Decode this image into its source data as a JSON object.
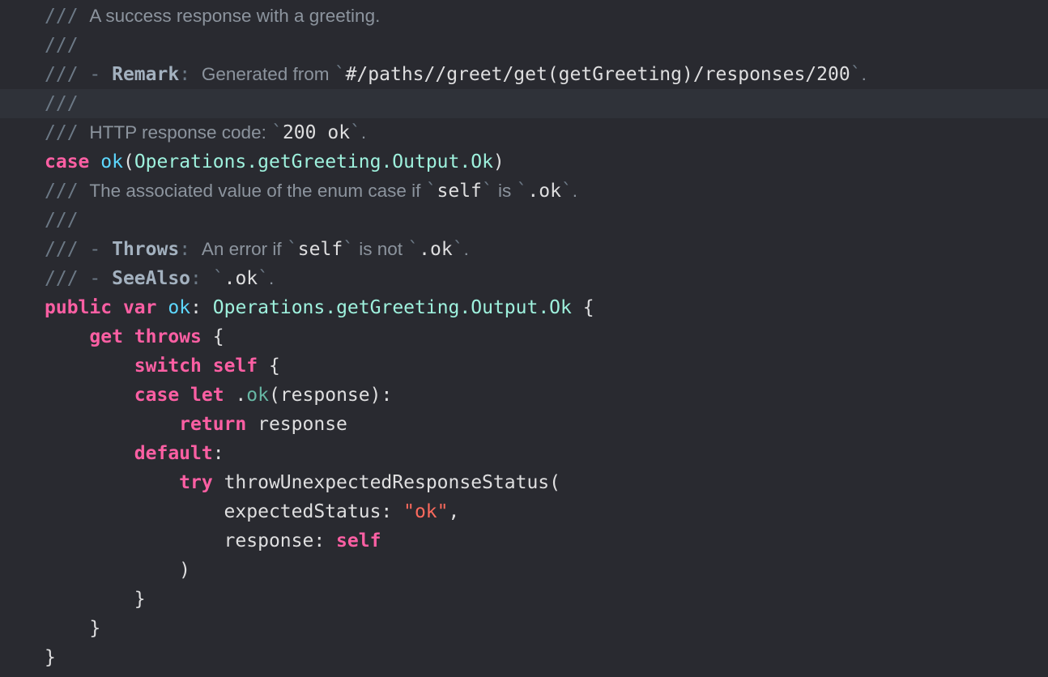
{
  "editor": {
    "background": "#292a30",
    "current_line_background": "#2f3239",
    "colors": {
      "comment": "#6c7986",
      "comment_text": "#8c949e",
      "keyword": "#fc5fa3",
      "type": "#9ef1dd",
      "function": "#67b7a4",
      "property": "#5dd8ff",
      "string": "#fc6a5d",
      "plain": "#dfdfe0"
    },
    "current_line_index": 3,
    "lines": [
      {
        "tokens": [
          {
            "t": "cm",
            "v": "/// "
          },
          {
            "t": "cmt",
            "v": "A success response with a greeting."
          }
        ]
      },
      {
        "tokens": [
          {
            "t": "cm",
            "v": "///"
          }
        ]
      },
      {
        "tokens": [
          {
            "t": "cm",
            "v": "/// - "
          },
          {
            "t": "cmk",
            "v": "Remark"
          },
          {
            "t": "cm",
            "v": ": "
          },
          {
            "t": "cmt",
            "v": "Generated from "
          },
          {
            "t": "cm",
            "v": "`"
          },
          {
            "t": "cmc",
            "v": "#/paths//greet/get(getGreeting)/responses/200"
          },
          {
            "t": "cm",
            "v": "`"
          },
          {
            "t": "cmt",
            "v": "."
          }
        ]
      },
      {
        "tokens": [
          {
            "t": "cm",
            "v": "///"
          }
        ]
      },
      {
        "tokens": [
          {
            "t": "cm",
            "v": "/// "
          },
          {
            "t": "cmt",
            "v": "HTTP response code: "
          },
          {
            "t": "cm",
            "v": "`"
          },
          {
            "t": "cmc",
            "v": "200 ok"
          },
          {
            "t": "cm",
            "v": "`"
          },
          {
            "t": "cmt",
            "v": "."
          }
        ]
      },
      {
        "tokens": [
          {
            "t": "kw",
            "v": "case"
          },
          {
            "t": "pl",
            "v": " "
          },
          {
            "t": "prop",
            "v": "ok"
          },
          {
            "t": "pl",
            "v": "("
          },
          {
            "t": "ty",
            "v": "Operations.getGreeting.Output.Ok"
          },
          {
            "t": "pl",
            "v": ")"
          }
        ]
      },
      {
        "tokens": [
          {
            "t": "cm",
            "v": "/// "
          },
          {
            "t": "cmt",
            "v": "The associated value of the enum case if "
          },
          {
            "t": "cm",
            "v": "`"
          },
          {
            "t": "cmc",
            "v": "self"
          },
          {
            "t": "cm",
            "v": "`"
          },
          {
            "t": "cmt",
            "v": " is "
          },
          {
            "t": "cm",
            "v": "`"
          },
          {
            "t": "cmc",
            "v": ".ok"
          },
          {
            "t": "cm",
            "v": "`"
          },
          {
            "t": "cmt",
            "v": "."
          }
        ]
      },
      {
        "tokens": [
          {
            "t": "cm",
            "v": "///"
          }
        ]
      },
      {
        "tokens": [
          {
            "t": "cm",
            "v": "/// - "
          },
          {
            "t": "cmk",
            "v": "Throws"
          },
          {
            "t": "cm",
            "v": ": "
          },
          {
            "t": "cmt",
            "v": "An error if "
          },
          {
            "t": "cm",
            "v": "`"
          },
          {
            "t": "cmc",
            "v": "self"
          },
          {
            "t": "cm",
            "v": "`"
          },
          {
            "t": "cmt",
            "v": " is not "
          },
          {
            "t": "cm",
            "v": "`"
          },
          {
            "t": "cmc",
            "v": ".ok"
          },
          {
            "t": "cm",
            "v": "`"
          },
          {
            "t": "cmt",
            "v": "."
          }
        ]
      },
      {
        "tokens": [
          {
            "t": "cm",
            "v": "/// - "
          },
          {
            "t": "cmk",
            "v": "SeeAlso"
          },
          {
            "t": "cm",
            "v": ": "
          },
          {
            "t": "cm",
            "v": "`"
          },
          {
            "t": "cmc",
            "v": ".ok"
          },
          {
            "t": "cm",
            "v": "`"
          },
          {
            "t": "cmt",
            "v": "."
          }
        ]
      },
      {
        "tokens": [
          {
            "t": "kw",
            "v": "public"
          },
          {
            "t": "pl",
            "v": " "
          },
          {
            "t": "kw",
            "v": "var"
          },
          {
            "t": "pl",
            "v": " "
          },
          {
            "t": "prop",
            "v": "ok"
          },
          {
            "t": "pl",
            "v": ": "
          },
          {
            "t": "ty",
            "v": "Operations.getGreeting.Output.Ok"
          },
          {
            "t": "pl",
            "v": " {"
          }
        ]
      },
      {
        "tokens": [
          {
            "t": "pl",
            "v": "    "
          },
          {
            "t": "kw",
            "v": "get"
          },
          {
            "t": "pl",
            "v": " "
          },
          {
            "t": "kw",
            "v": "throws"
          },
          {
            "t": "pl",
            "v": " {"
          }
        ]
      },
      {
        "tokens": [
          {
            "t": "pl",
            "v": "        "
          },
          {
            "t": "kw",
            "v": "switch"
          },
          {
            "t": "pl",
            "v": " "
          },
          {
            "t": "kw",
            "v": "self"
          },
          {
            "t": "pl",
            "v": " {"
          }
        ]
      },
      {
        "tokens": [
          {
            "t": "pl",
            "v": "        "
          },
          {
            "t": "kw",
            "v": "case"
          },
          {
            "t": "pl",
            "v": " "
          },
          {
            "t": "kw",
            "v": "let"
          },
          {
            "t": "pl",
            "v": " ."
          },
          {
            "t": "fn",
            "v": "ok"
          },
          {
            "t": "pl",
            "v": "(response):"
          }
        ]
      },
      {
        "tokens": [
          {
            "t": "pl",
            "v": "            "
          },
          {
            "t": "kw",
            "v": "return"
          },
          {
            "t": "pl",
            "v": " response"
          }
        ]
      },
      {
        "tokens": [
          {
            "t": "pl",
            "v": "        "
          },
          {
            "t": "kw",
            "v": "default"
          },
          {
            "t": "pl",
            "v": ":"
          }
        ]
      },
      {
        "tokens": [
          {
            "t": "pl",
            "v": "            "
          },
          {
            "t": "kw",
            "v": "try"
          },
          {
            "t": "pl",
            "v": " throwUnexpectedResponseStatus("
          }
        ]
      },
      {
        "tokens": [
          {
            "t": "pl",
            "v": "                expectedStatus: "
          },
          {
            "t": "str",
            "v": "\"ok\""
          },
          {
            "t": "pl",
            "v": ","
          }
        ]
      },
      {
        "tokens": [
          {
            "t": "pl",
            "v": "                response: "
          },
          {
            "t": "kw",
            "v": "self"
          }
        ]
      },
      {
        "tokens": [
          {
            "t": "pl",
            "v": "            )"
          }
        ]
      },
      {
        "tokens": [
          {
            "t": "pl",
            "v": "        }"
          }
        ]
      },
      {
        "tokens": [
          {
            "t": "pl",
            "v": "    }"
          }
        ]
      },
      {
        "tokens": [
          {
            "t": "pl",
            "v": "}"
          }
        ]
      },
      {
        "tokens": [
          {
            "t": "cm",
            "v": "///"
          }
        ]
      }
    ]
  }
}
